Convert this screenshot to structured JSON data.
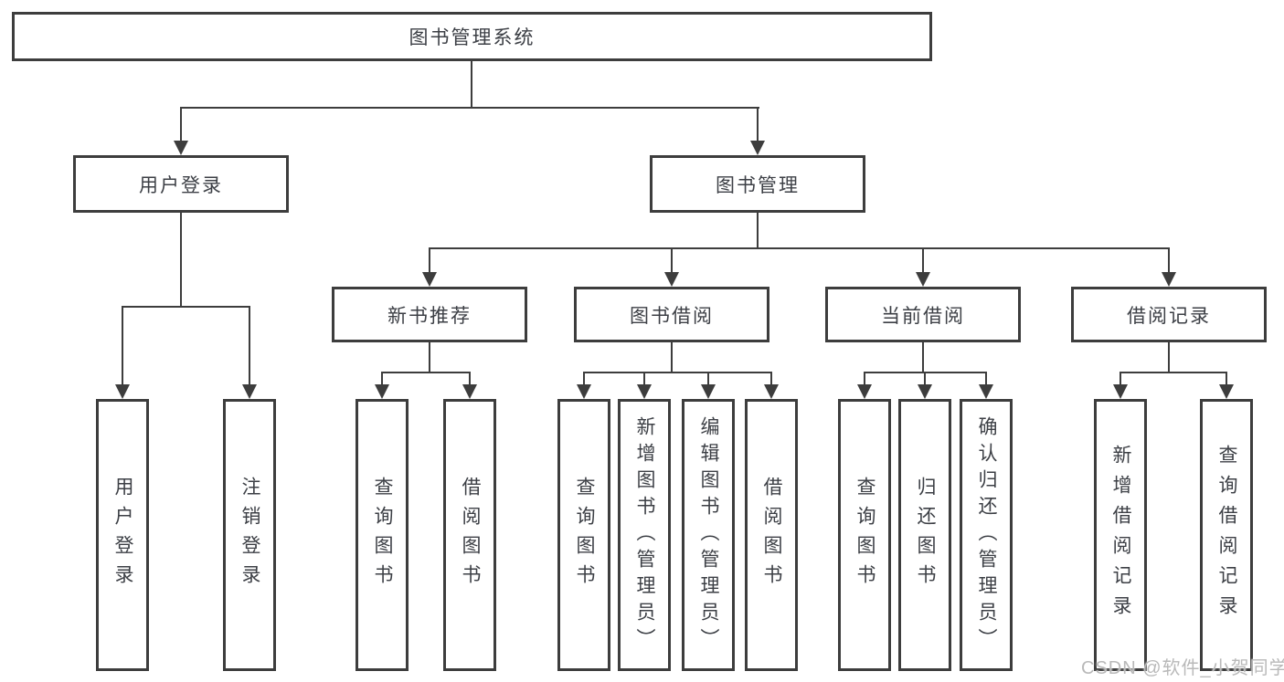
{
  "nodes": {
    "root": {
      "label": "图书管理系统"
    },
    "level2": [
      {
        "label": "用户登录"
      },
      {
        "label": "图书管理"
      }
    ],
    "level3": [
      {
        "label": "新书推荐"
      },
      {
        "label": "图书借阅"
      },
      {
        "label": "当前借阅"
      },
      {
        "label": "借阅记录"
      }
    ],
    "leaves": [
      {
        "label": "用户登录"
      },
      {
        "label": "注销登录"
      },
      {
        "label": "查询图书"
      },
      {
        "label": "借阅图书"
      },
      {
        "label": "查询图书"
      },
      {
        "label": "新增图书（管理员）"
      },
      {
        "label": "编辑图书（管理员）"
      },
      {
        "label": "借阅图书"
      },
      {
        "label": "查询图书"
      },
      {
        "label": "归还图书"
      },
      {
        "label": "确认归还（管理员）"
      },
      {
        "label": "新增借阅记录"
      },
      {
        "label": "查询借阅记录"
      }
    ]
  },
  "edges": [
    {
      "parent": "图书管理系统",
      "children": [
        "用户登录",
        "图书管理"
      ]
    },
    {
      "parent": "用户登录",
      "children": [
        "用户登录",
        "注销登录"
      ]
    },
    {
      "parent": "图书管理",
      "children": [
        "新书推荐",
        "图书借阅",
        "当前借阅",
        "借阅记录"
      ]
    },
    {
      "parent": "新书推荐",
      "children": [
        "查询图书",
        "借阅图书"
      ]
    },
    {
      "parent": "图书借阅",
      "children": [
        "查询图书",
        "新增图书（管理员）",
        "编辑图书（管理员）",
        "借阅图书"
      ]
    },
    {
      "parent": "当前借阅",
      "children": [
        "查询图书",
        "归还图书",
        "确认归还（管理员）"
      ]
    },
    {
      "parent": "借阅记录",
      "children": [
        "新增借阅记录",
        "查询借阅记录"
      ]
    }
  ],
  "colors": {
    "line": "#3d3d3d",
    "text": "#3c3f45",
    "watermark": "#b9b9b9",
    "background": "#ffffff"
  },
  "watermark": {
    "text": "CSDN @软件_小贺同学"
  }
}
